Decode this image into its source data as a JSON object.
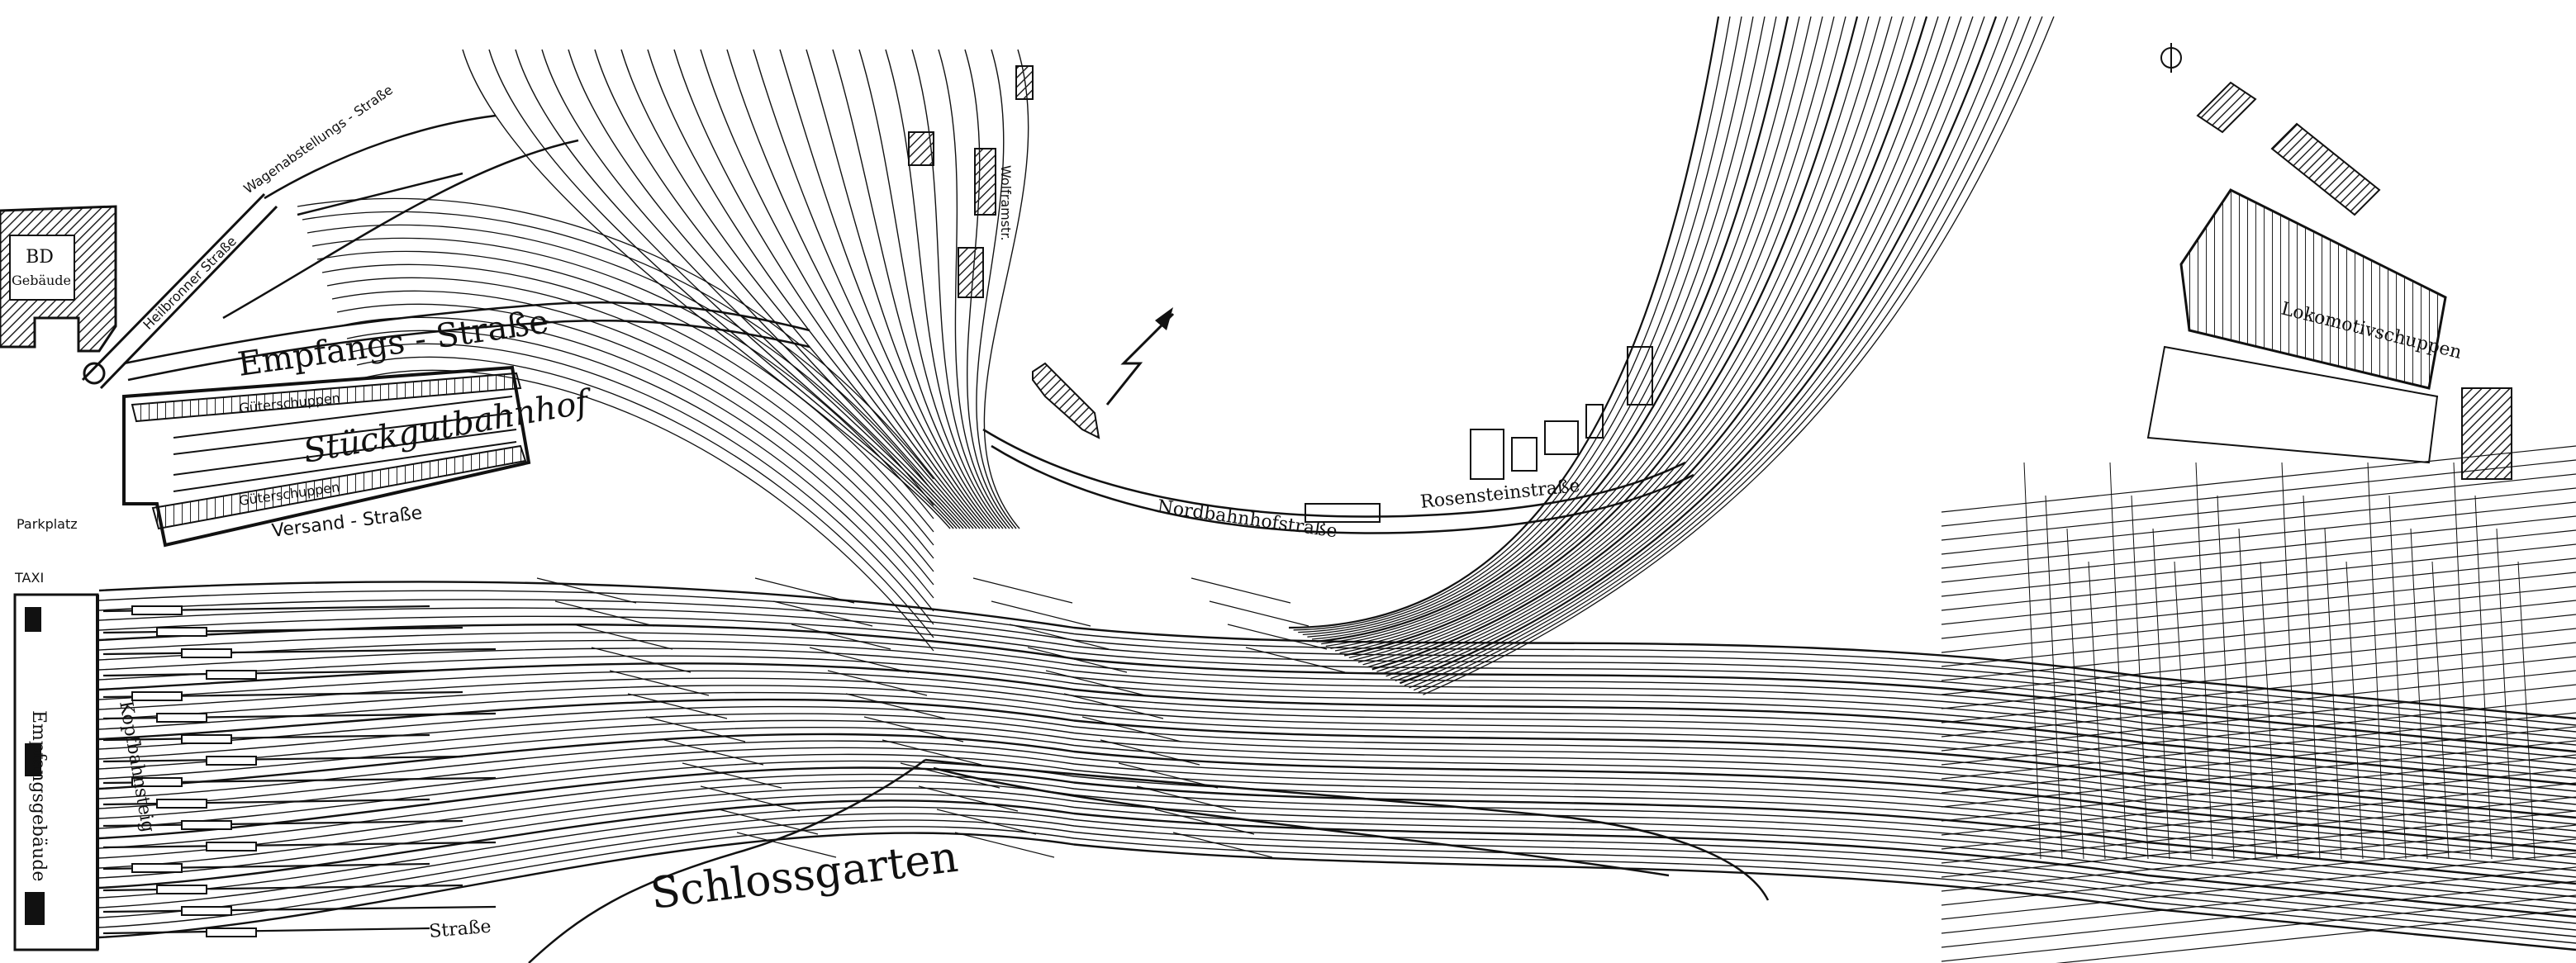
{
  "map": {
    "background": "#ffffff",
    "ink": "#111111",
    "labels": {
      "bd_building": "BD",
      "bd_building_2": "Gebäude",
      "heilbronner_str": "Heilbronner Straße",
      "wagenabstellungs_str": "Wagenabstellungs - Straße",
      "empfangs_str": "Empfangs - Straße",
      "gueterschuppen_top": "Güterschuppen",
      "stueckgutbahnhof": "Stückgutbahnhof",
      "gueterschuppen_bottom": "Güterschuppen",
      "versand_str": "Versand - Straße",
      "parkplatz": "Parkplatz",
      "taxi": "TAXI",
      "empfangsgebaeude": "Empfangsgebäude",
      "kopfbahnsteig": "Kopfbahnsteig",
      "schlossgarten": "Schlossgarten",
      "strasse_bottom": "Straße",
      "nordbahnhofstrasse": "Nordbahnhofstraße",
      "rosensteinstrasse": "Rosensteinstraße",
      "lokomotivschuppen": "Lokomotivschuppen",
      "wolframstr": "Wolframstr."
    },
    "icons": [
      "north-arrow-icon",
      "compass-rose-icon"
    ]
  }
}
